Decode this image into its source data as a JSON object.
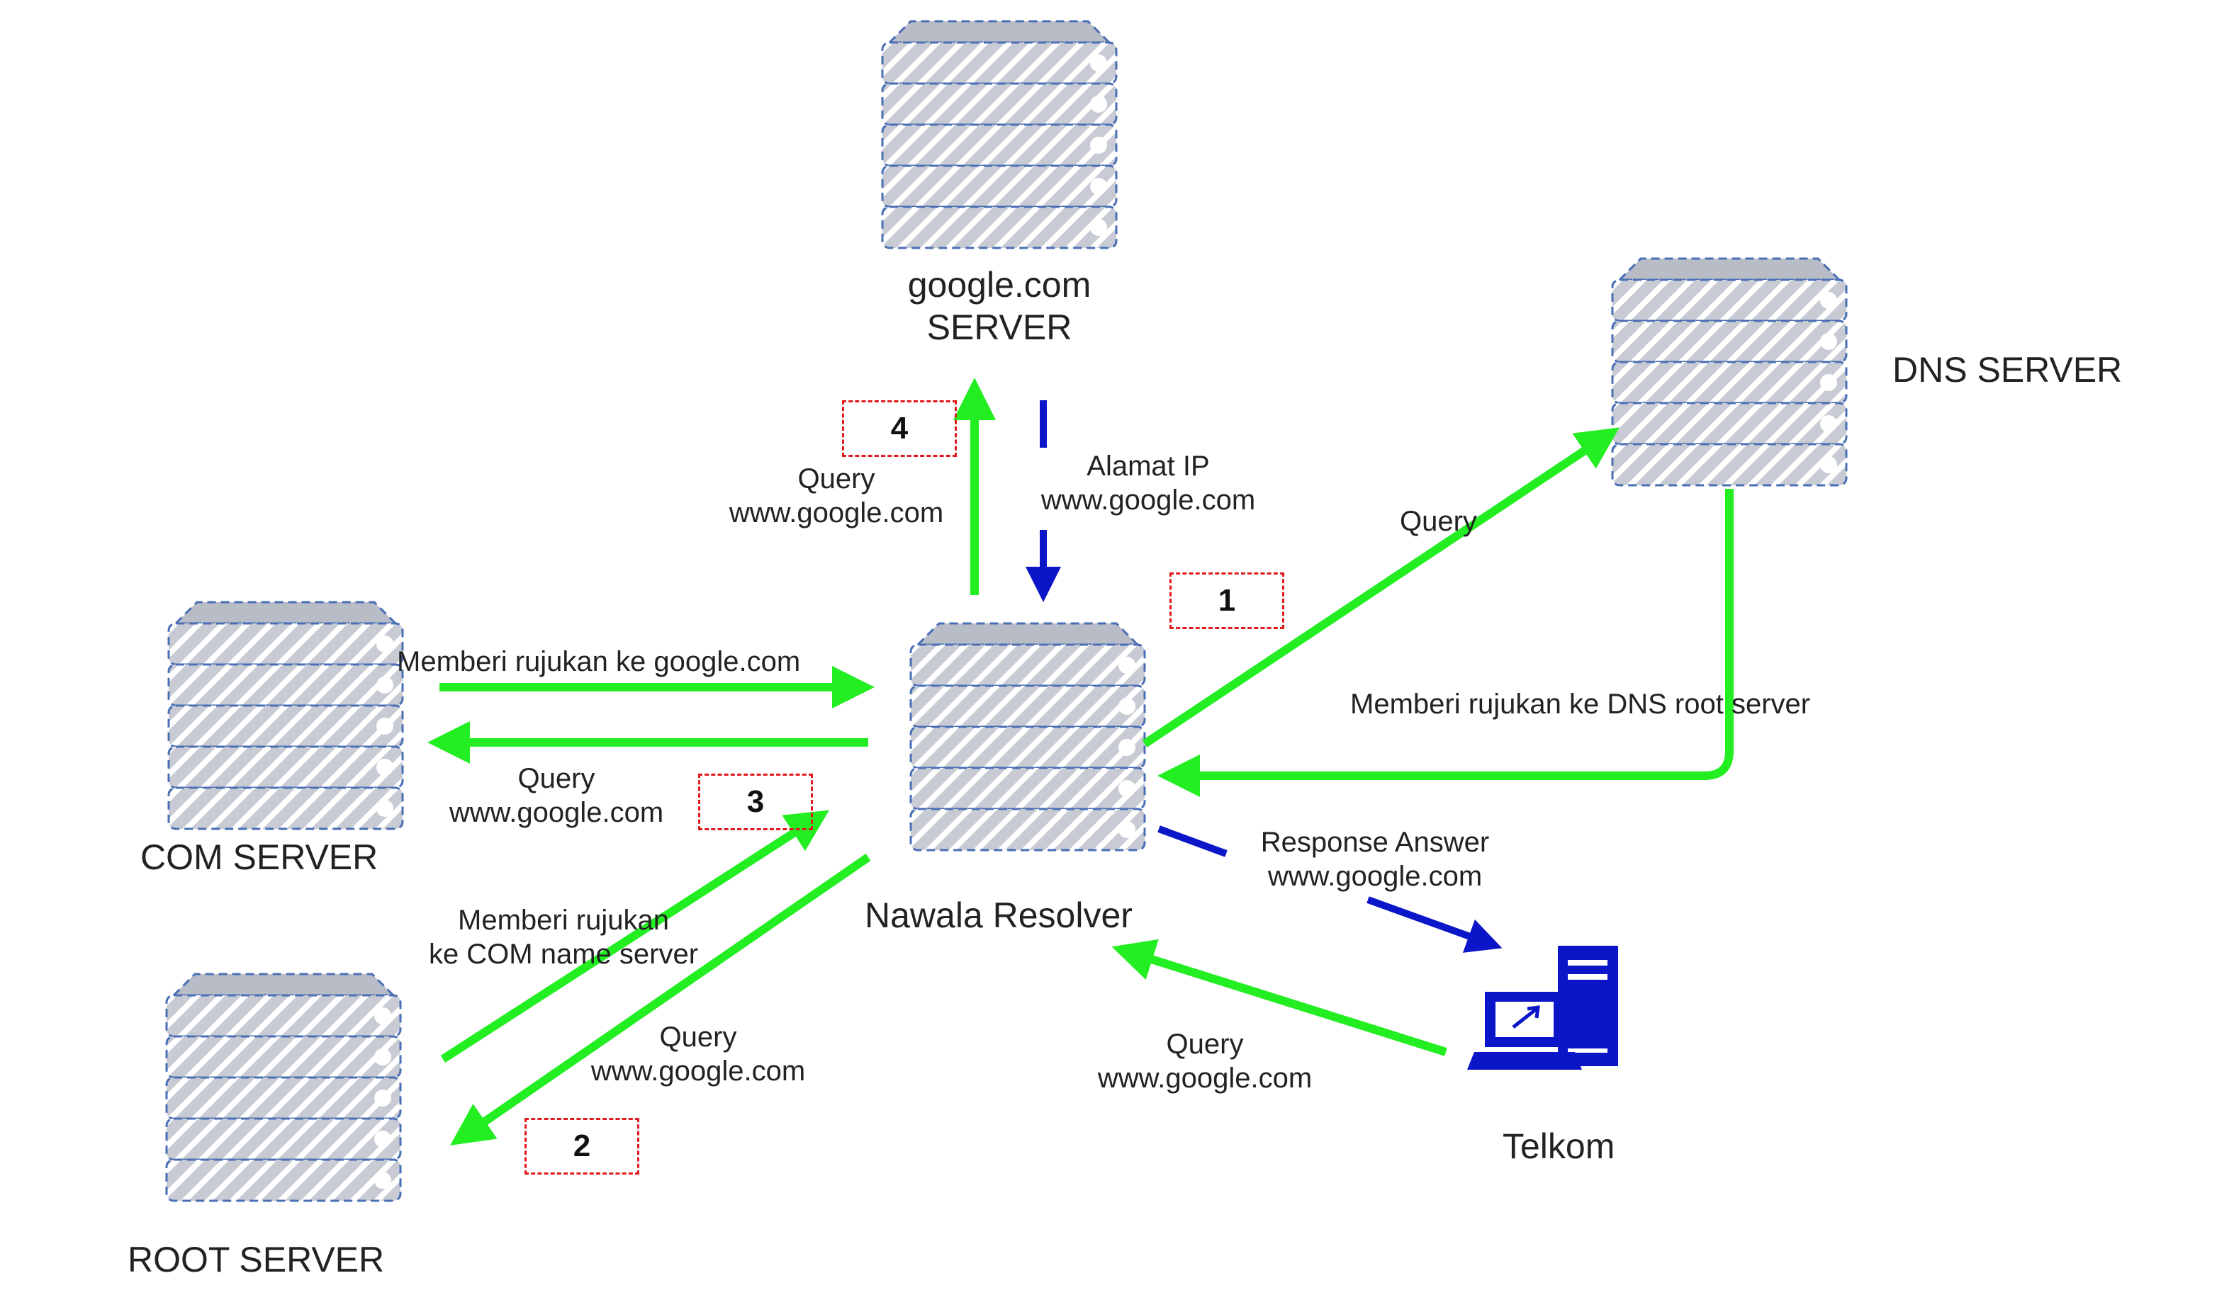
{
  "nodes": {
    "google": {
      "label_line1": "google.com",
      "label_line2": "SERVER"
    },
    "dns": {
      "label": "DNS SERVER"
    },
    "com": {
      "label": "COM SERVER"
    },
    "root": {
      "label": "ROOT SERVER"
    },
    "resolver": {
      "label": "Nawala Resolver"
    },
    "client": {
      "label": "Telkom"
    }
  },
  "edge_labels": {
    "query_google_1": "Query",
    "query_google_2": "www.google.com",
    "alamat_1": "Alamat IP",
    "alamat_2": "www.google.com",
    "query_dns": "Query",
    "rujukan_google": "Memberi rujukan ke google.com",
    "rujukan_dns": "Memberi rujukan ke DNS root server",
    "query_com_1": "Query",
    "query_com_2": "www.google.com",
    "rujukan_com_1": "Memberi rujukan",
    "rujukan_com_2": "ke COM name server",
    "query_root_1": "Query",
    "query_root_2": "www.google.com",
    "response_1": "Response Answer",
    "response_2": "www.google.com",
    "query_client_1": "Query",
    "query_client_2": "www.google.com"
  },
  "steps": {
    "s1": "1",
    "s2": "2",
    "s3": "3",
    "s4": "4"
  },
  "colors": {
    "flow": "#22ee22",
    "answer": "#0a16c8",
    "badge_border": "#e0191c",
    "server_fill": "#c8cbd3",
    "server_stroke": "#4a6fb5"
  }
}
